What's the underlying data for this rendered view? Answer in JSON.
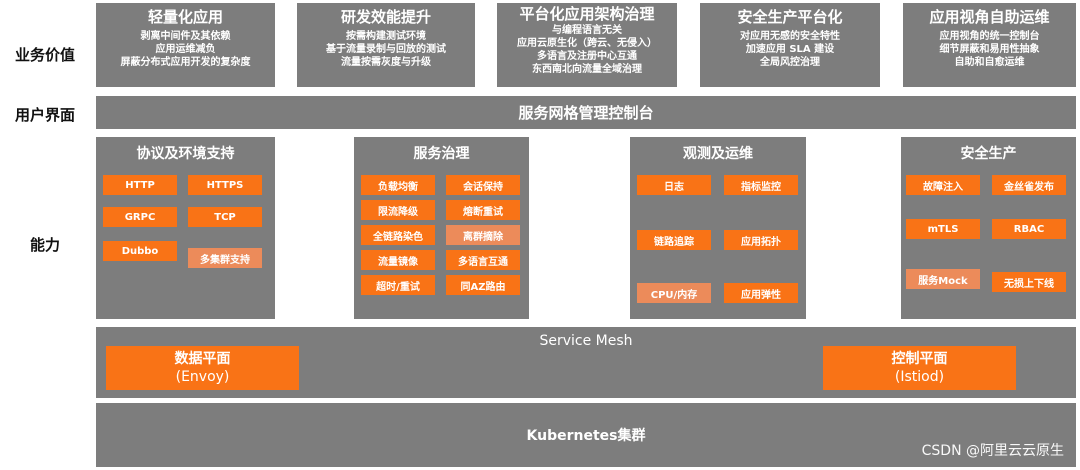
{
  "side_labels": {
    "business_value": "业务价值",
    "user_interface": "用户界面",
    "capability": "能力"
  },
  "value_boxes": [
    {
      "title": "轻量化应用",
      "lines": [
        "剥离中间件及其依赖",
        "应用运维减负",
        "屏蔽分布式应用开发的复杂度"
      ]
    },
    {
      "title": "研发效能提升",
      "lines": [
        "按需构建测试环境",
        "基于流量录制与回放的测试",
        "流量按需灰度与升级"
      ]
    },
    {
      "title": "平台化应用架构治理",
      "lines": [
        "与编程语言无关",
        "应用云原生化（跨云、无侵入）",
        "多语言及注册中心互通",
        "东西南北向流量全域治理"
      ]
    },
    {
      "title": "安全生产平台化",
      "lines": [
        "对应用无感的安全特性",
        "加速应用 SLA 建设",
        "全局风控治理"
      ]
    },
    {
      "title": "应用视角自助运维",
      "lines": [
        "应用视角的统一控制台",
        "细节屏蔽和易用性抽象",
        "自助和自愈运维"
      ]
    }
  ],
  "console_title": "服务网格管理控制台",
  "capabilities": {
    "protocol": {
      "title": "协议及环境支持",
      "chips": [
        "HTTP",
        "HTTPS",
        "GRPC",
        "TCP",
        "Dubbo",
        "多集群支持"
      ]
    },
    "governance": {
      "title": "服务治理",
      "chips": [
        "负载均衡",
        "会话保持",
        "限流降级",
        "熔断重试",
        "全链路染色",
        "离群摘除",
        "流量镜像",
        "多语言互通",
        "超时/重试",
        "同AZ路由"
      ]
    },
    "observability": {
      "title": "观测及运维",
      "chips": [
        "日志",
        "指标监控",
        "链路追踪",
        "应用拓扑",
        "CPU/内存",
        "应用弹性"
      ]
    },
    "security": {
      "title": "安全生产",
      "chips": [
        "故障注入",
        "金丝雀发布",
        "mTLS",
        "RBAC",
        "服务Mock",
        "无损上下线"
      ]
    }
  },
  "service_mesh": {
    "label": "Service Mesh",
    "data_plane": {
      "title": "数据平面",
      "subtitle": "(Envoy)"
    },
    "control_plane": {
      "title": "控制平面",
      "subtitle": "(Istiod)"
    }
  },
  "kubernetes_label": "Kubernetes集群",
  "watermark": "CSDN @阿里云云原生",
  "colors": {
    "gray": "#7d7d7d",
    "orange": "#f97316",
    "light_orange": "#ec8b5a",
    "text": "#ffffff"
  }
}
